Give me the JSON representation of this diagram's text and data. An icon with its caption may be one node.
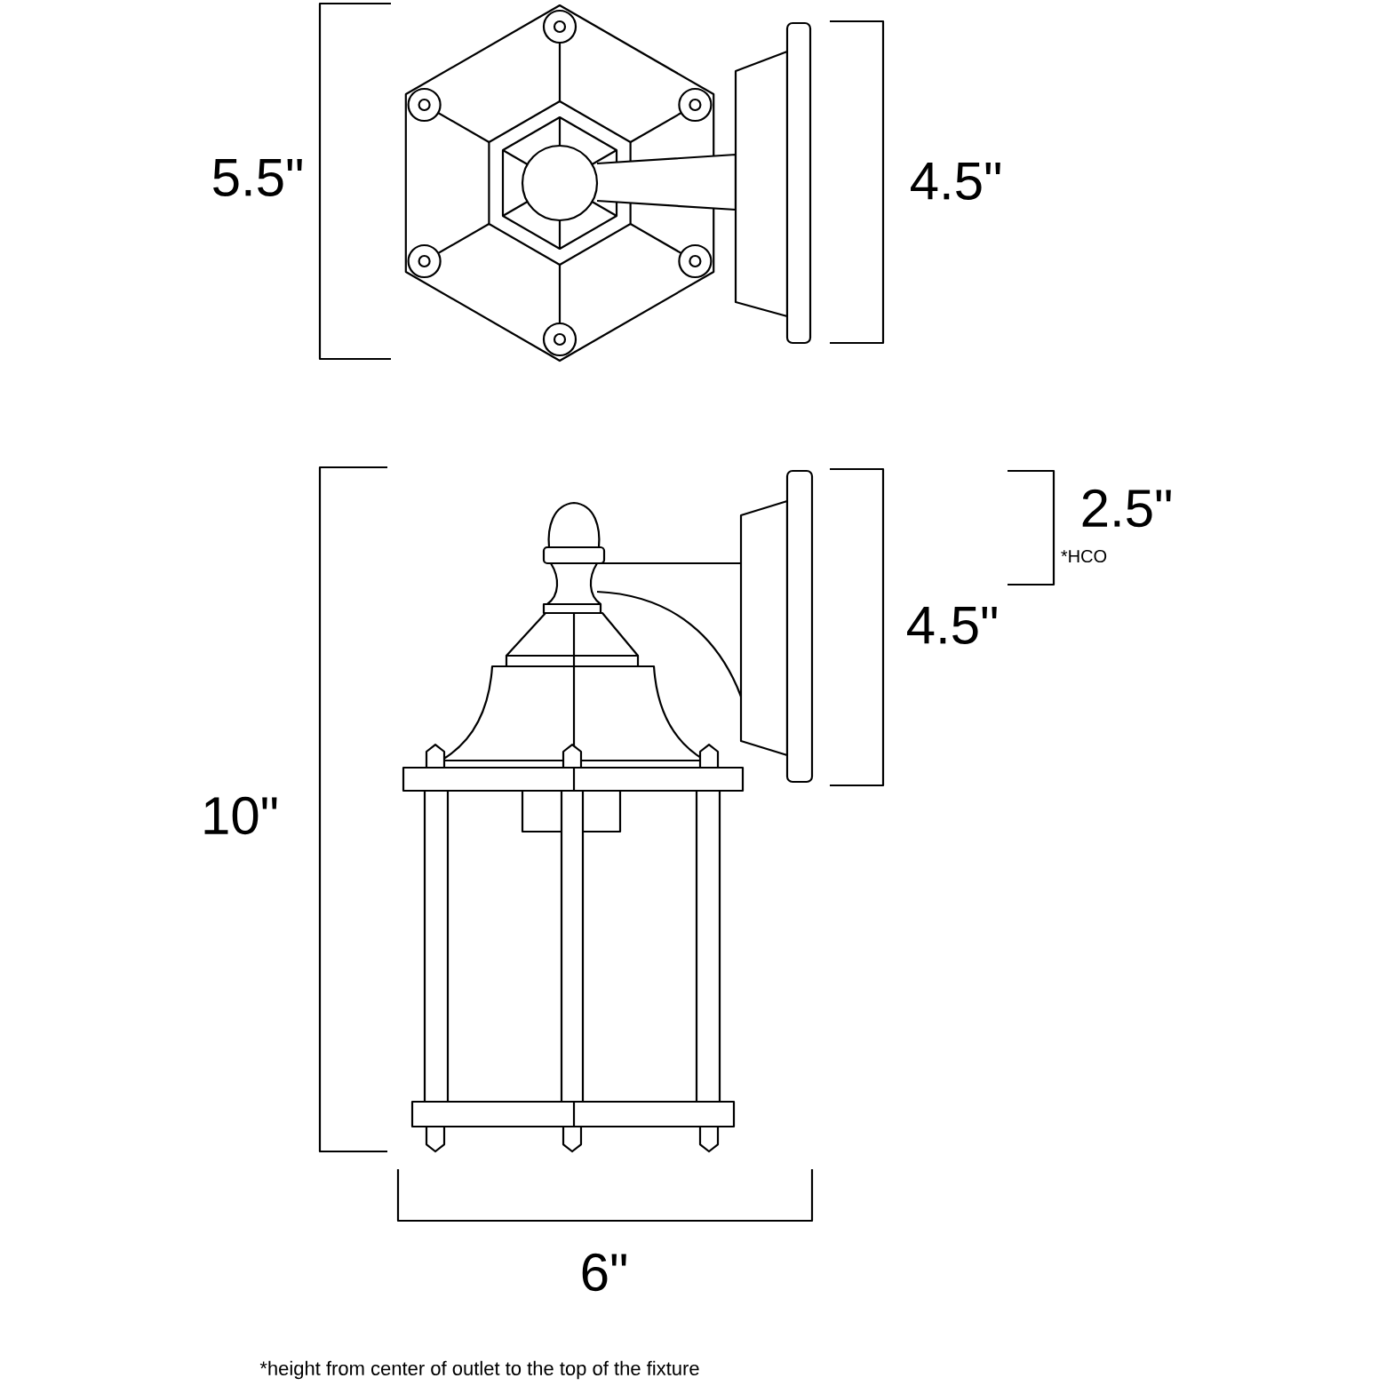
{
  "diagram": {
    "labels": [
      "5.5\"",
      "4.5\"",
      "2.5\"",
      "*HCO",
      "4.5\"",
      "10\"",
      "6\"",
      "*height from center of outlet to the top of the fixture"
    ]
  }
}
